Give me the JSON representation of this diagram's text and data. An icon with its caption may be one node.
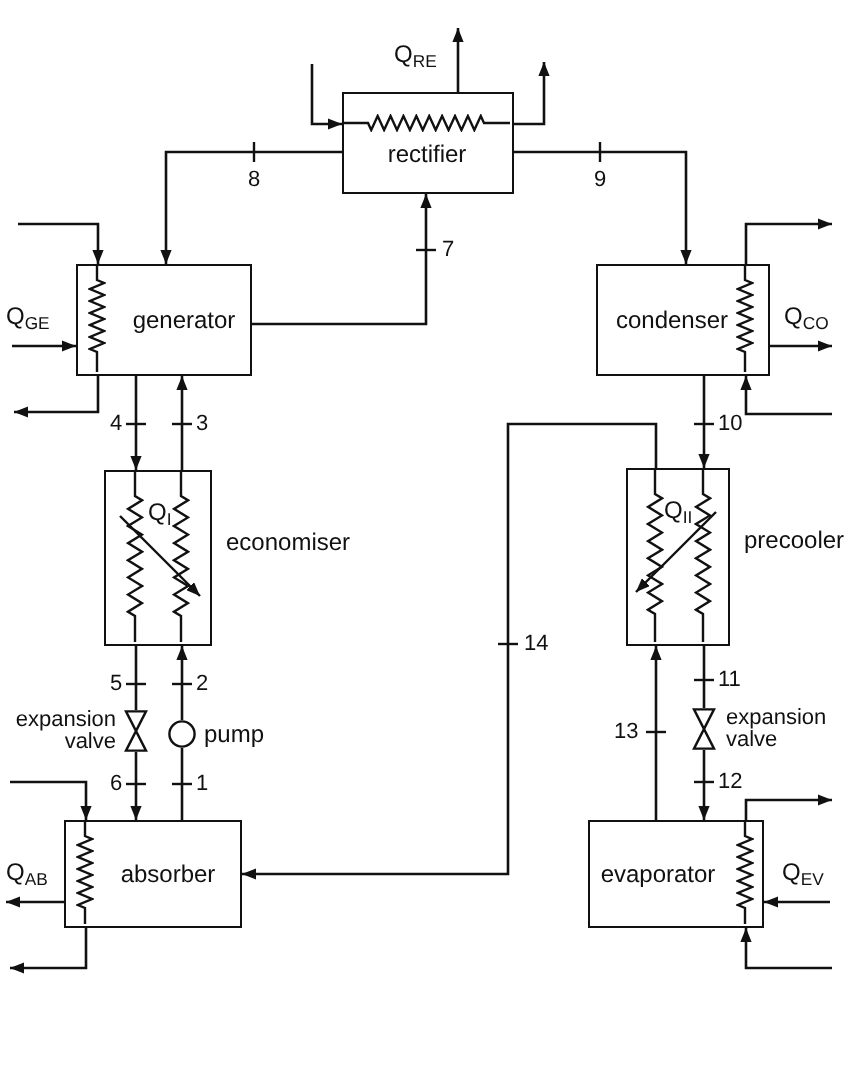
{
  "diagram": {
    "nodes": [
      {
        "text": [
          "rectifier"
        ]
      },
      {
        "text": [
          "generator"
        ]
      },
      {
        "text": [
          "condenser"
        ]
      },
      {
        "text": [
          "economiser",
          "Q$_{I}$"
        ]
      },
      {
        "text": [
          "precooler",
          "Q$_{II}$"
        ]
      },
      {
        "text": [
          "expansion valve"
        ]
      },
      {
        "text": [
          "pump"
        ]
      },
      {
        "text": [
          "expansion valve"
        ]
      },
      {
        "text": [
          "absorber"
        ]
      },
      {
        "text": [
          "evaporator"
        ]
      }
    ],
    "edges": [
      {
        "from": 8,
        "to": 6,
        "label": "1",
        "arrow": "none"
      },
      {
        "from": 6,
        "to": 3,
        "label": "2",
        "arrow": "to"
      },
      {
        "from": 3,
        "to": 1,
        "label": "3",
        "arrow": "to"
      },
      {
        "from": 1,
        "to": 3,
        "label": "4",
        "arrow": "to"
      },
      {
        "from": 3,
        "to": 5,
        "label": "5",
        "arrow": "none"
      },
      {
        "from": 5,
        "to": 8,
        "label": "6",
        "arrow": "to"
      },
      {
        "from": 1,
        "to": 0,
        "label": "7",
        "arrow": "to"
      },
      {
        "from": 0,
        "to": 1,
        "label": "8",
        "arrow": "to"
      },
      {
        "from": 0,
        "to": 2,
        "label": "9",
        "arrow": "to"
      },
      {
        "from": 2,
        "to": 4,
        "label": "10",
        "arrow": "to"
      },
      {
        "from": 4,
        "to": 7,
        "label": "11",
        "arrow": "none"
      },
      {
        "from": 7,
        "to": 9,
        "label": "12",
        "arrow": "to"
      },
      {
        "from": 9,
        "to": 4,
        "label": "13",
        "arrow": "to"
      },
      {
        "from": 4,
        "to": 8,
        "label": "14",
        "arrow": "to"
      },
      {
        "from": 0,
        "to": null,
        "label": "Q$_{RE}$",
        "arrow": "to"
      },
      {
        "from": null,
        "to": 0,
        "arrow": "to"
      },
      {
        "from": 0,
        "to": null,
        "arrow": "to"
      },
      {
        "from": null,
        "to": 1,
        "label": "Q$_{GE}$",
        "arrow": "to"
      },
      {
        "from": null,
        "to": 1,
        "arrow": "to"
      },
      {
        "from": 1,
        "to": null,
        "arrow": "to"
      },
      {
        "from": 2,
        "to": null,
        "label": "Q$_{CO}$",
        "arrow": "to"
      },
      {
        "from": 2,
        "to": null,
        "arrow": "to"
      },
      {
        "from": null,
        "to": 2,
        "arrow": "to"
      },
      {
        "from": 8,
        "to": null,
        "label": "Q$_{AB}$",
        "arrow": "to"
      },
      {
        "from": null,
        "to": 8,
        "arrow": "to"
      },
      {
        "from": 8,
        "to": null,
        "arrow": "to"
      },
      {
        "from": null,
        "to": 9,
        "label": "Q$_{EV}$",
        "arrow": "to"
      },
      {
        "from": 9,
        "to": null,
        "arrow": "to"
      },
      {
        "from": null,
        "to": 9,
        "arrow": "to"
      }
    ]
  }
}
